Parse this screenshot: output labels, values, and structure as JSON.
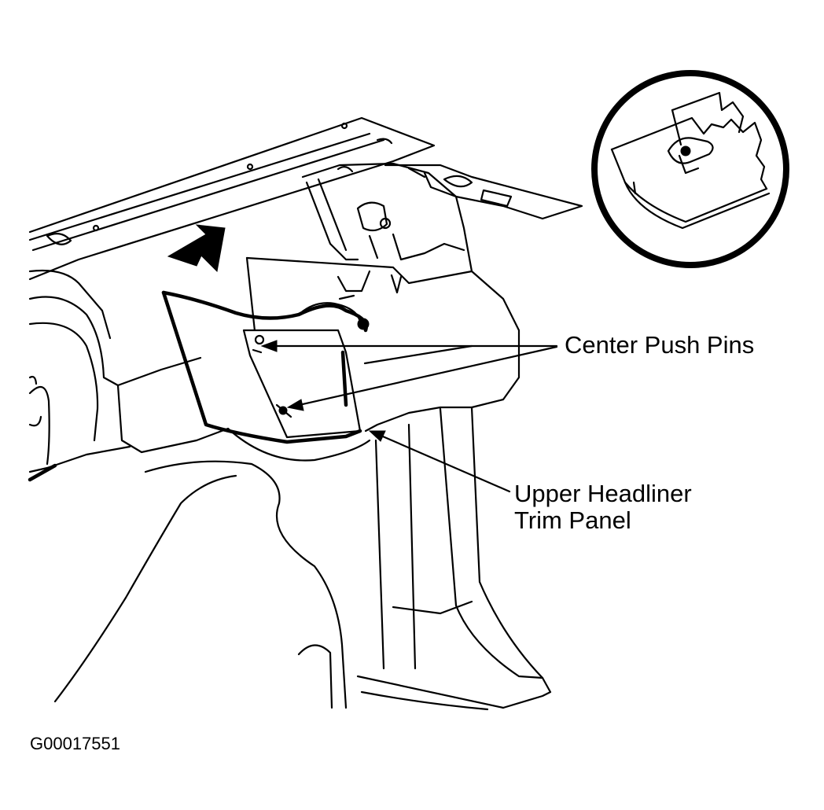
{
  "callouts": {
    "push_pins": "Center Push Pins",
    "panel_line1": "Upper Headliner",
    "panel_line2": "Trim Panel"
  },
  "figure_id": "G00017551",
  "colors": {
    "line": "#000000",
    "background": "#ffffff"
  }
}
